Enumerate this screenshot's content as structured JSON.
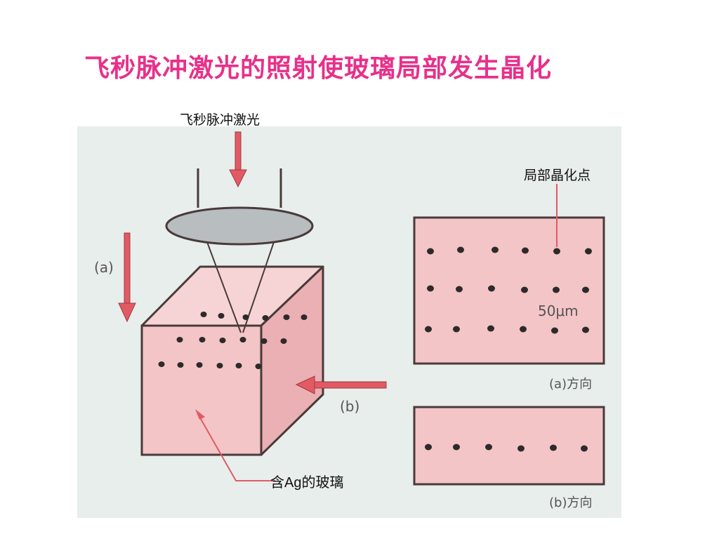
{
  "slide": {
    "title": "飞秒脉冲激光的照射使玻璃局部发生晶化"
  },
  "labels": {
    "laser": "飞秒脉冲激光",
    "local_crystal_points": "局部晶化点",
    "glass_prefix": "含",
    "glass_ag": "Ag",
    "glass_suffix": "的玻璃",
    "direction_a_marker": "(a)",
    "direction_b_marker": "(b)",
    "scale": "50μm",
    "view_a": "(a)方向",
    "view_b": "(b)方向"
  },
  "colors": {
    "title": "#e8308a",
    "background": "#e7eeec",
    "glass_front": "#f3c5c7",
    "glass_top": "#f6d4d5",
    "glass_side": "#eab0b3",
    "arrow": "#e25a64",
    "lens": "#b8bdbf",
    "outline": "#4a3a3a",
    "dot": "#2e2a2a"
  }
}
